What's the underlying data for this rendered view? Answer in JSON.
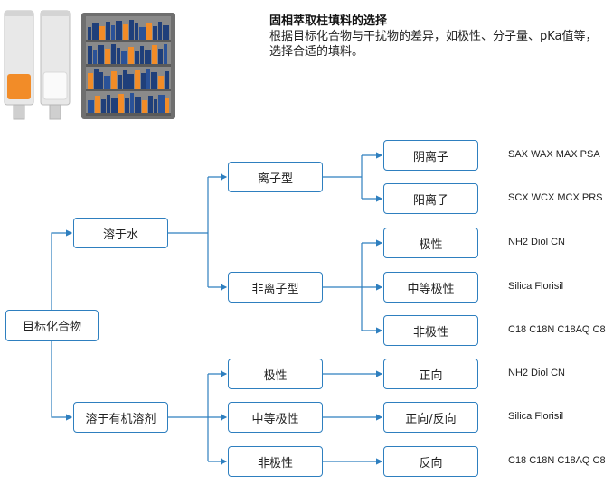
{
  "header": {
    "title": "固相萃取柱填料的选择",
    "description": "根据目标化合物与干扰物的差异，如极性、分子量、pKa值等，选择合适的填料。"
  },
  "colors": {
    "line": "#2e7fbf",
    "orange": "#f28c28",
    "navy": "#1f3f7a",
    "shelf_bg": "#6f6f6f"
  },
  "root": {
    "label": "目标化合物"
  },
  "branches": {
    "water": {
      "label": "溶于水",
      "ionic": {
        "label": "离子型",
        "anion": {
          "label": "阴离子",
          "packings": "SAX WAX MAX PSA"
        },
        "cation": {
          "label": "阳离子",
          "packings": "SCX WCX MCX PRS"
        }
      },
      "nonionic": {
        "label": "非离子型",
        "polar": {
          "label": "极性",
          "packings": "NH2 Diol CN"
        },
        "medium": {
          "label": "中等极性",
          "packings": "Silica Florisil"
        },
        "nonpolar": {
          "label": "非极性",
          "packings": "C18 C18N C18AQ C8"
        }
      }
    },
    "organic": {
      "label": "溶于有机溶剂",
      "polar": {
        "label": "极性",
        "mode": "正向",
        "packings": "NH2 Diol CN"
      },
      "medium": {
        "label": "中等极性",
        "mode": "正向/反向",
        "packings": "Silica Florisil"
      },
      "nonpolar": {
        "label": "非极性",
        "mode": "反向",
        "packings": "C18 C18N C18AQ C8"
      }
    }
  }
}
